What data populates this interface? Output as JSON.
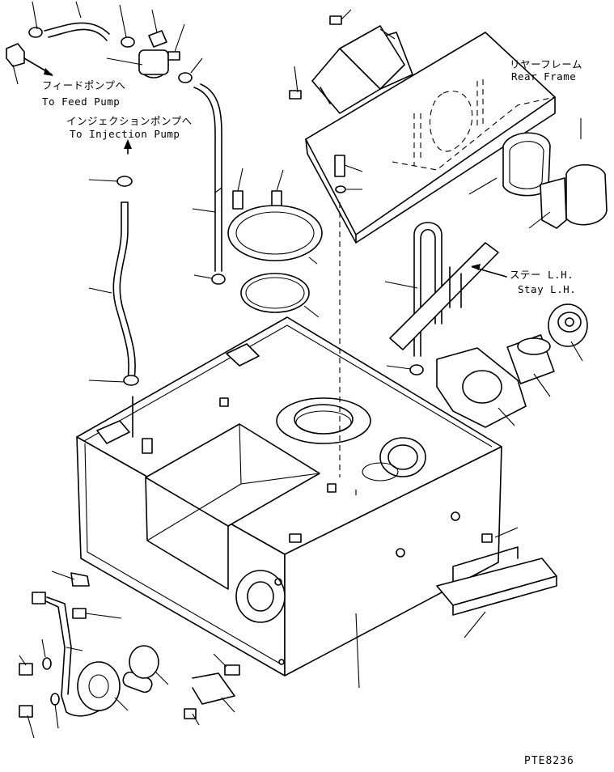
{
  "labels": {
    "feed_pump_jp": "フィードポンプへ",
    "feed_pump_en": "To Feed Pump",
    "injection_pump_jp": "インジェクションポンプへ",
    "injection_pump_en": "To Injection Pump",
    "rear_frame_jp": "リヤーフレーム",
    "rear_frame_en": "Rear Frame",
    "stay_jp": "ステー L.H.",
    "stay_en": "Stay L.H."
  },
  "drawing_code": "PTE8236"
}
